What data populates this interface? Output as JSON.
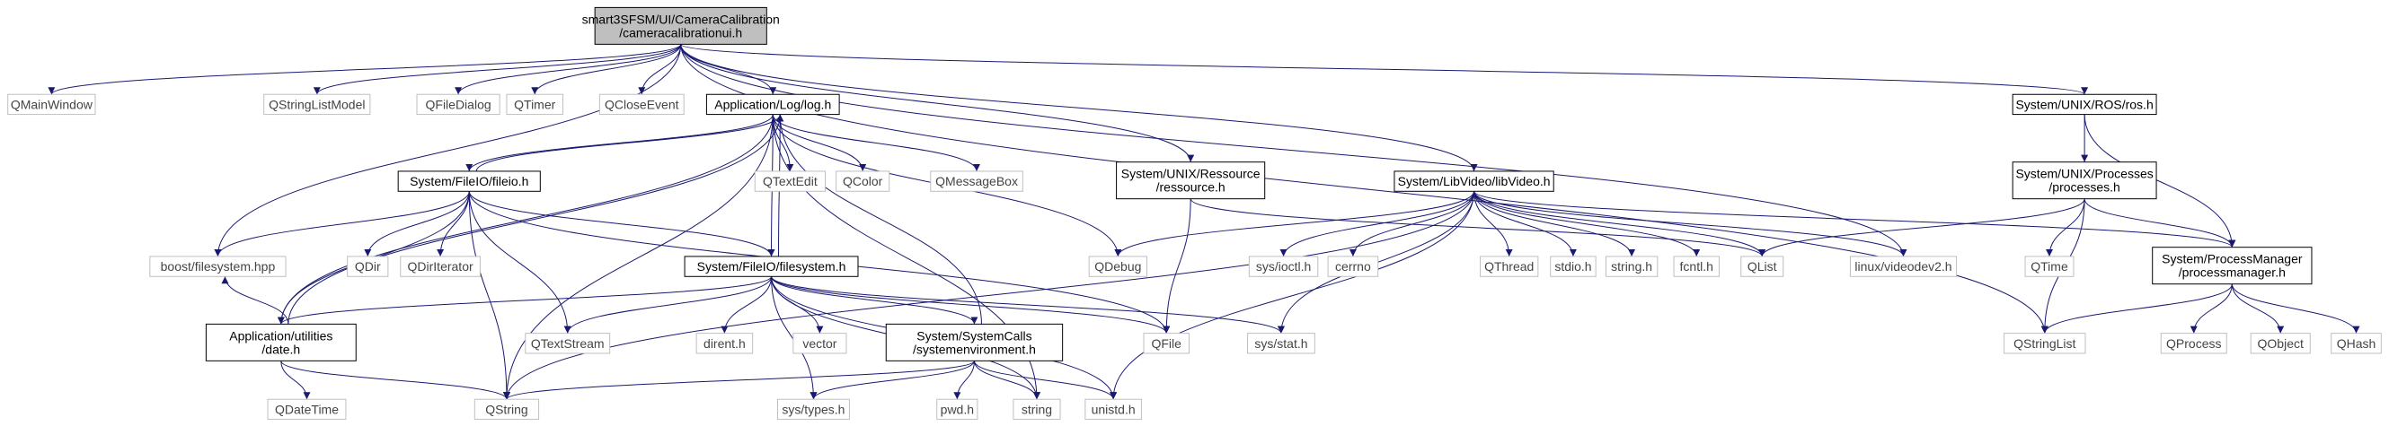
{
  "diagram": {
    "nodes": [
      {
        "id": "root",
        "lines": [
          "smart3SFSM/UI/CameraCalibration",
          "/cameracalibrationui.h"
        ],
        "kind": "root"
      },
      {
        "id": "qmainwindow",
        "lines": [
          "QMainWindow"
        ],
        "kind": "external"
      },
      {
        "id": "qstringlistmodel",
        "lines": [
          "QStringListModel"
        ],
        "kind": "external"
      },
      {
        "id": "qfiledialog",
        "lines": [
          "QFileDialog"
        ],
        "kind": "external"
      },
      {
        "id": "qtimer",
        "lines": [
          "QTimer"
        ],
        "kind": "external"
      },
      {
        "id": "qcloseevent",
        "lines": [
          "QCloseEvent"
        ],
        "kind": "external"
      },
      {
        "id": "log",
        "lines": [
          "Application/Log/log.h"
        ],
        "kind": "documented"
      },
      {
        "id": "ressource",
        "lines": [
          "System/UNIX/Ressource",
          "/ressource.h"
        ],
        "kind": "documented"
      },
      {
        "id": "libvideo",
        "lines": [
          "System/LibVideo/libVideo.h"
        ],
        "kind": "documented"
      },
      {
        "id": "ros",
        "lines": [
          "System/UNIX/ROS/ros.h"
        ],
        "kind": "documented"
      },
      {
        "id": "boostfs",
        "lines": [
          "boost/filesystem.hpp"
        ],
        "kind": "external"
      },
      {
        "id": "fileio",
        "lines": [
          "System/FileIO/fileio.h"
        ],
        "kind": "documented"
      },
      {
        "id": "qtextedit",
        "lines": [
          "QTextEdit"
        ],
        "kind": "external"
      },
      {
        "id": "qcolor",
        "lines": [
          "QColor"
        ],
        "kind": "external"
      },
      {
        "id": "qmessagebox",
        "lines": [
          "QMessageBox"
        ],
        "kind": "external"
      },
      {
        "id": "processes",
        "lines": [
          "System/UNIX/Processes",
          "/processes.h"
        ],
        "kind": "documented"
      },
      {
        "id": "qdir",
        "lines": [
          "QDir"
        ],
        "kind": "external"
      },
      {
        "id": "qdiriterator",
        "lines": [
          "QDirIterator"
        ],
        "kind": "external"
      },
      {
        "id": "filesystem",
        "lines": [
          "System/FileIO/filesystem.h"
        ],
        "kind": "documented"
      },
      {
        "id": "qdebug",
        "lines": [
          "QDebug"
        ],
        "kind": "external"
      },
      {
        "id": "sysioctl",
        "lines": [
          "sys/ioctl.h"
        ],
        "kind": "external"
      },
      {
        "id": "cerrno",
        "lines": [
          "cerrno"
        ],
        "kind": "external"
      },
      {
        "id": "qthread",
        "lines": [
          "QThread"
        ],
        "kind": "external"
      },
      {
        "id": "stdio",
        "lines": [
          "stdio.h"
        ],
        "kind": "external"
      },
      {
        "id": "stringh",
        "lines": [
          "string.h"
        ],
        "kind": "external"
      },
      {
        "id": "fcntl",
        "lines": [
          "fcntl.h"
        ],
        "kind": "external"
      },
      {
        "id": "qlist",
        "lines": [
          "QList"
        ],
        "kind": "external"
      },
      {
        "id": "videodev2",
        "lines": [
          "linux/videodev2.h"
        ],
        "kind": "external"
      },
      {
        "id": "qtime",
        "lines": [
          "QTime"
        ],
        "kind": "external"
      },
      {
        "id": "processmanager",
        "lines": [
          "System/ProcessManager",
          "/processmanager.h"
        ],
        "kind": "documented"
      },
      {
        "id": "utilities",
        "lines": [
          "Application/utilities",
          "/date.h"
        ],
        "kind": "documented"
      },
      {
        "id": "qtextstream",
        "lines": [
          "QTextStream"
        ],
        "kind": "external"
      },
      {
        "id": "dirent",
        "lines": [
          "dirent.h"
        ],
        "kind": "external"
      },
      {
        "id": "vector",
        "lines": [
          "vector"
        ],
        "kind": "external"
      },
      {
        "id": "syscalls",
        "lines": [
          "System/SystemCalls",
          "/systemenvironment.h"
        ],
        "kind": "documented"
      },
      {
        "id": "qfile",
        "lines": [
          "QFile"
        ],
        "kind": "external"
      },
      {
        "id": "sysstat",
        "lines": [
          "sys/stat.h"
        ],
        "kind": "external"
      },
      {
        "id": "qstringlist",
        "lines": [
          "QStringList"
        ],
        "kind": "external"
      },
      {
        "id": "qprocess",
        "lines": [
          "QProcess"
        ],
        "kind": "external"
      },
      {
        "id": "qobject",
        "lines": [
          "QObject"
        ],
        "kind": "external"
      },
      {
        "id": "qhash",
        "lines": [
          "QHash"
        ],
        "kind": "external"
      },
      {
        "id": "qdatetime",
        "lines": [
          "QDateTime"
        ],
        "kind": "external"
      },
      {
        "id": "qstring",
        "lines": [
          "QString"
        ],
        "kind": "external"
      },
      {
        "id": "systypes",
        "lines": [
          "sys/types.h"
        ],
        "kind": "external"
      },
      {
        "id": "pwd",
        "lines": [
          "pwd.h"
        ],
        "kind": "external"
      },
      {
        "id": "string",
        "lines": [
          "string"
        ],
        "kind": "external"
      },
      {
        "id": "unistd",
        "lines": [
          "unistd.h"
        ],
        "kind": "external"
      }
    ],
    "edges": [
      [
        "root",
        "qmainwindow"
      ],
      [
        "root",
        "qstringlistmodel"
      ],
      [
        "root",
        "qfiledialog"
      ],
      [
        "root",
        "qtimer"
      ],
      [
        "root",
        "qcloseevent"
      ],
      [
        "root",
        "log"
      ],
      [
        "root",
        "ressource"
      ],
      [
        "root",
        "libvideo"
      ],
      [
        "root",
        "ros"
      ],
      [
        "root",
        "boostfs"
      ],
      [
        "root",
        "qstringlist"
      ],
      [
        "root",
        "videodev2"
      ],
      [
        "log",
        "fileio"
      ],
      [
        "log",
        "qtextedit"
      ],
      [
        "log",
        "qcolor"
      ],
      [
        "log",
        "qmessagebox"
      ],
      [
        "log",
        "qdebug"
      ],
      [
        "log",
        "utilities"
      ],
      [
        "log",
        "filesystem"
      ],
      [
        "log",
        "qstring"
      ],
      [
        "log",
        "string"
      ],
      [
        "fileio",
        "log"
      ],
      [
        "fileio",
        "boostfs"
      ],
      [
        "fileio",
        "qdir"
      ],
      [
        "fileio",
        "qdiriterator"
      ],
      [
        "fileio",
        "qstring"
      ],
      [
        "fileio",
        "qtextstream"
      ],
      [
        "fileio",
        "filesystem"
      ],
      [
        "fileio",
        "utilities"
      ],
      [
        "fileio",
        "qfile"
      ],
      [
        "utilities",
        "log"
      ],
      [
        "utilities",
        "boostfs"
      ],
      [
        "utilities",
        "qdatetime"
      ],
      [
        "utilities",
        "qstring"
      ],
      [
        "filesystem",
        "log"
      ],
      [
        "filesystem",
        "utilities"
      ],
      [
        "filesystem",
        "qtextstream"
      ],
      [
        "filesystem",
        "dirent"
      ],
      [
        "filesystem",
        "vector"
      ],
      [
        "filesystem",
        "syscalls"
      ],
      [
        "filesystem",
        "qfile"
      ],
      [
        "filesystem",
        "sysstat"
      ],
      [
        "filesystem",
        "systypes"
      ],
      [
        "filesystem",
        "string"
      ],
      [
        "filesystem",
        "unistd"
      ],
      [
        "syscalls",
        "log"
      ],
      [
        "syscalls",
        "qstring"
      ],
      [
        "syscalls",
        "systypes"
      ],
      [
        "syscalls",
        "pwd"
      ],
      [
        "syscalls",
        "string"
      ],
      [
        "syscalls",
        "unistd"
      ],
      [
        "ressource",
        "qfile"
      ],
      [
        "ressource",
        "qlist"
      ],
      [
        "libvideo",
        "qstring"
      ],
      [
        "libvideo",
        "qdebug"
      ],
      [
        "libvideo",
        "sysstat"
      ],
      [
        "libvideo",
        "sysioctl"
      ],
      [
        "libvideo",
        "cerrno"
      ],
      [
        "libvideo",
        "qthread"
      ],
      [
        "libvideo",
        "stdio"
      ],
      [
        "libvideo",
        "stringh"
      ],
      [
        "libvideo",
        "fcntl"
      ],
      [
        "libvideo",
        "qlist"
      ],
      [
        "libvideo",
        "videodev2"
      ],
      [
        "libvideo",
        "unistd"
      ],
      [
        "libvideo",
        "processmanager"
      ],
      [
        "ros",
        "processes"
      ],
      [
        "ros",
        "processmanager"
      ],
      [
        "processes",
        "qlist"
      ],
      [
        "processes",
        "qtime"
      ],
      [
        "processes",
        "processmanager"
      ],
      [
        "processes",
        "qstringlist"
      ],
      [
        "processmanager",
        "qstringlist"
      ],
      [
        "processmanager",
        "qprocess"
      ],
      [
        "processmanager",
        "qobject"
      ],
      [
        "processmanager",
        "qhash"
      ]
    ]
  }
}
